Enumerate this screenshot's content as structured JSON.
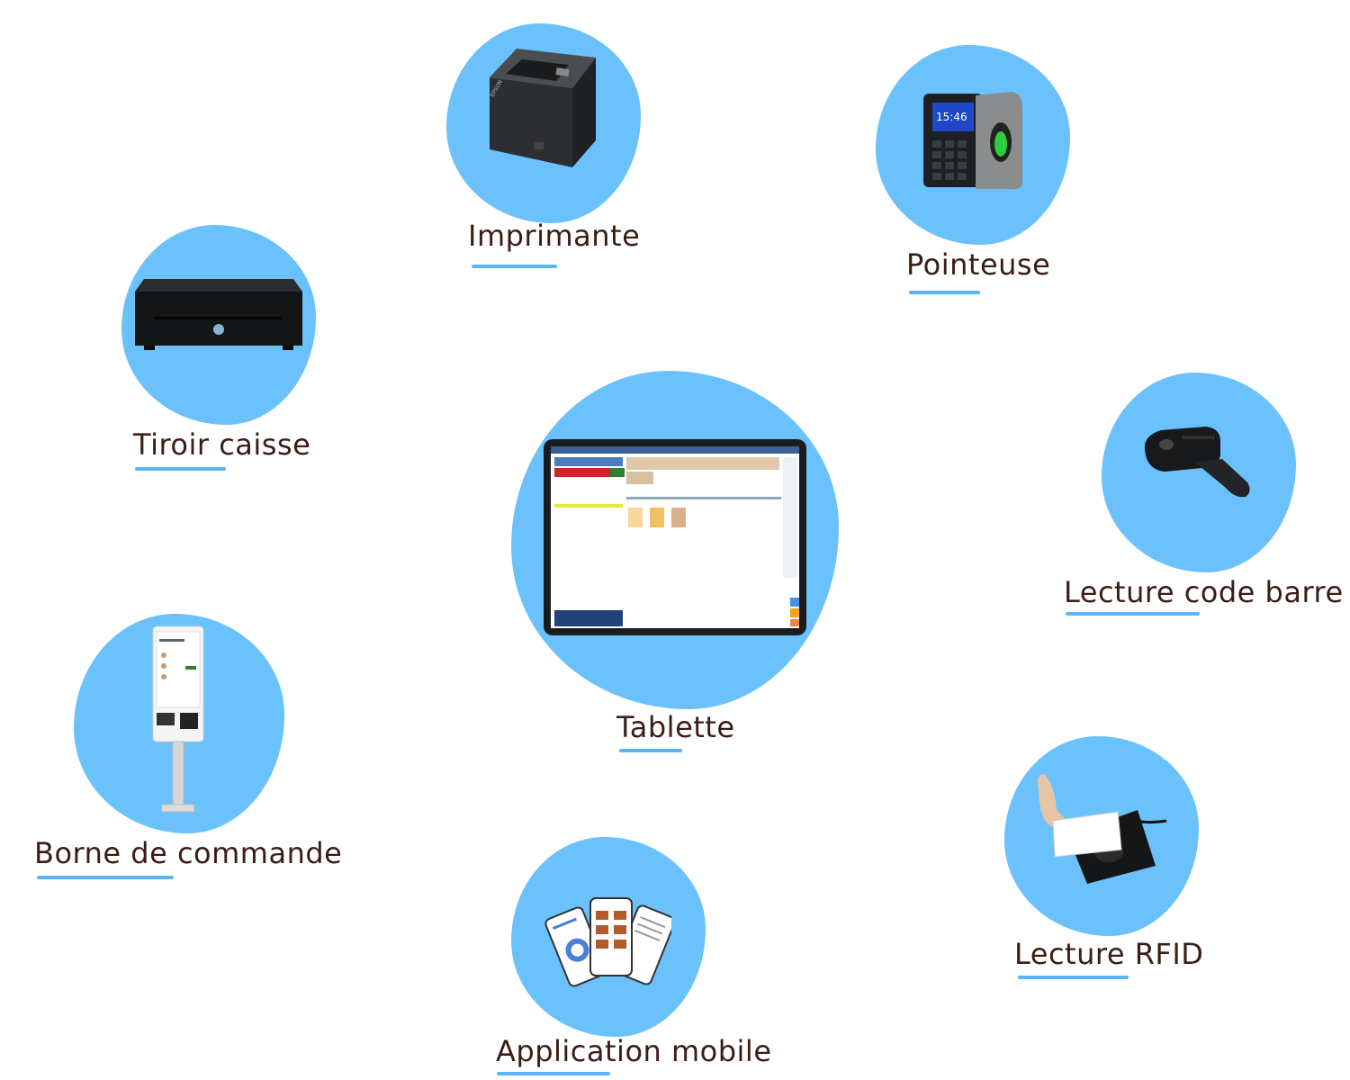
{
  "accent_color": "#6ac1fb",
  "underline_color": "#5ab4f5",
  "text_color": "#3a1d14",
  "items": [
    {
      "id": "imprimante",
      "label": "Imprimante",
      "icon": "receipt-printer-icon"
    },
    {
      "id": "pointeuse",
      "label": "Pointeuse",
      "icon": "fingerprint-time-clock-icon"
    },
    {
      "id": "tiroir",
      "label": "Tiroir caisse",
      "icon": "cash-drawer-icon"
    },
    {
      "id": "lecture-code-barre",
      "label": "Lecture code barre",
      "icon": "barcode-scanner-icon"
    },
    {
      "id": "tablette",
      "label": "Tablette",
      "icon": "pos-tablet-icon"
    },
    {
      "id": "borne",
      "label": "Borne de commande",
      "icon": "ordering-kiosk-icon"
    },
    {
      "id": "rfid",
      "label": "Lecture RFID",
      "icon": "rfid-reader-icon"
    },
    {
      "id": "mobile",
      "label": "Application mobile",
      "icon": "mobile-app-icon"
    }
  ]
}
